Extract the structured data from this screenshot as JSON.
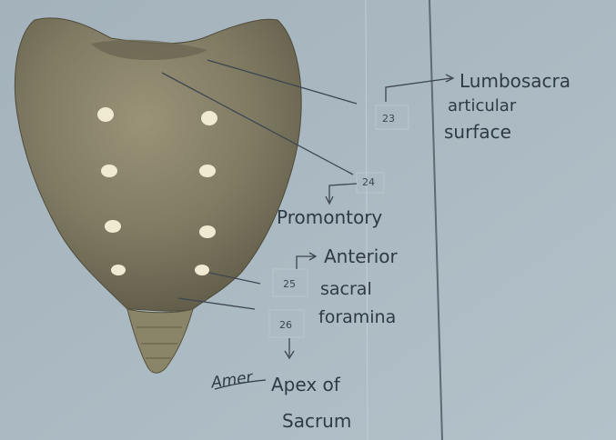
{
  "labels": {
    "l23": {
      "number": "23",
      "line1": "Lumbosacra",
      "line2": "articular",
      "line3": "surface"
    },
    "l24": {
      "number": "24",
      "text": "Promontory"
    },
    "l25": {
      "number": "25",
      "line1": "Anterior",
      "line2": "sacral",
      "line3": "foramina"
    },
    "l26": {
      "number": "26",
      "line1": "Apex of",
      "line2": "Sacrum"
    }
  },
  "margin_mark": "Amer",
  "colors": {
    "paper": "#a9b8c1",
    "bone": "#7f7a62",
    "bone_dark": "#5e5a47",
    "ink": "#2f3a44",
    "rule": "#5f6a72"
  }
}
